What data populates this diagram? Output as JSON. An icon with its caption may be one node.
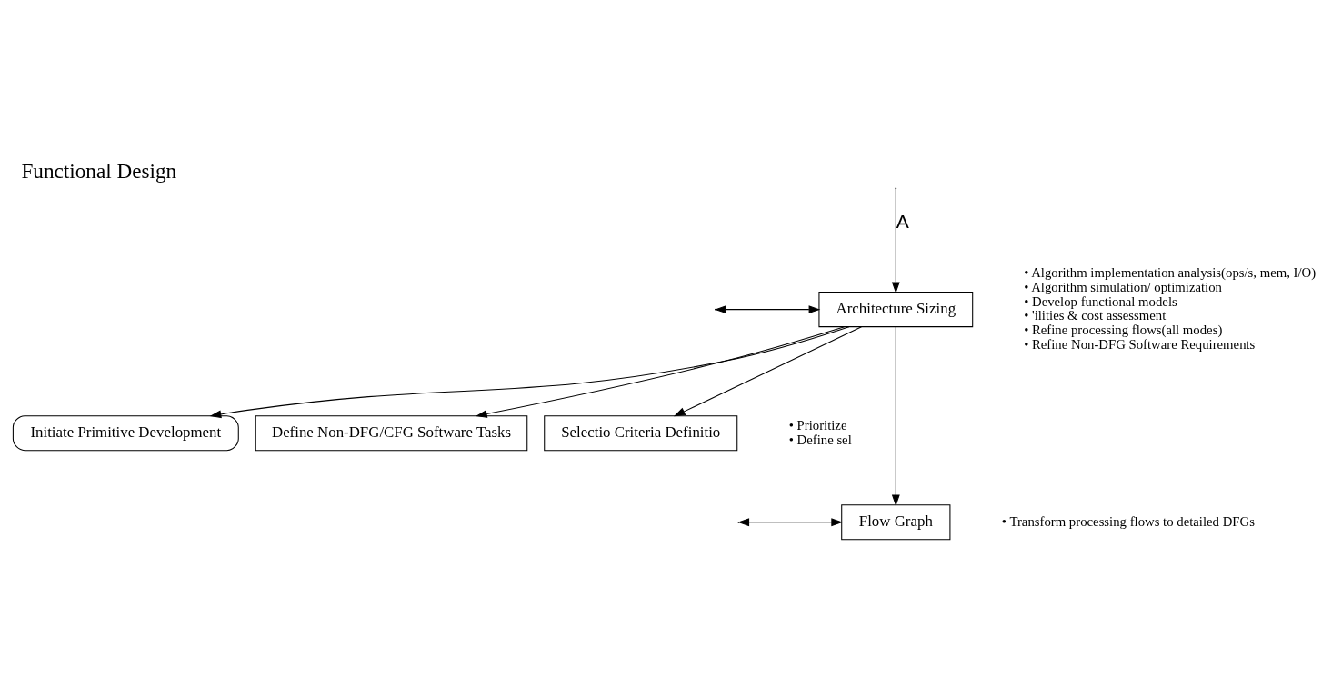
{
  "diagram": {
    "title": "Functional Design",
    "nodes": [
      {
        "text": [
          "Architecture Sizing"
        ],
        "beside": [
          "• Algorithm implementation analysis(ops/s, mem, I/O)",
          "• Algorithm simulation/ optimization",
          "• Develop functional models",
          "• 'ilities & cost assessment",
          "• Refine processing flows(all modes)",
          "• Refine Non-DFG Software Requirements"
        ]
      },
      {
        "text": [
          "Initiate Primitive Development"
        ]
      },
      {
        "text": [
          "Define Non-DFG/CFG Software Tasks"
        ]
      },
      {
        "text": [
          "Selectio Criteria Definitio"
        ],
        "beside": [
          "• Prioritize",
          "• Define sel"
        ]
      },
      {
        "text": [
          "Flow Graph"
        ],
        "beside": [
          "• Transform processing flows to detailed DFGs"
        ]
      }
    ],
    "edges": [
      {
        "from": null,
        "to": 0,
        "arrow": "to",
        "label": "A"
      },
      {
        "from": null,
        "to": 0,
        "arrow": "both"
      },
      {
        "from": 0,
        "to": 1,
        "arrow": "to"
      },
      {
        "from": 0,
        "to": 2,
        "arrow": "to"
      },
      {
        "from": 0,
        "to": 3,
        "arrow": "to"
      },
      {
        "from": 0,
        "to": 4,
        "arrow": "to"
      },
      {
        "from": null,
        "to": 4,
        "arrow": "both"
      }
    ]
  }
}
